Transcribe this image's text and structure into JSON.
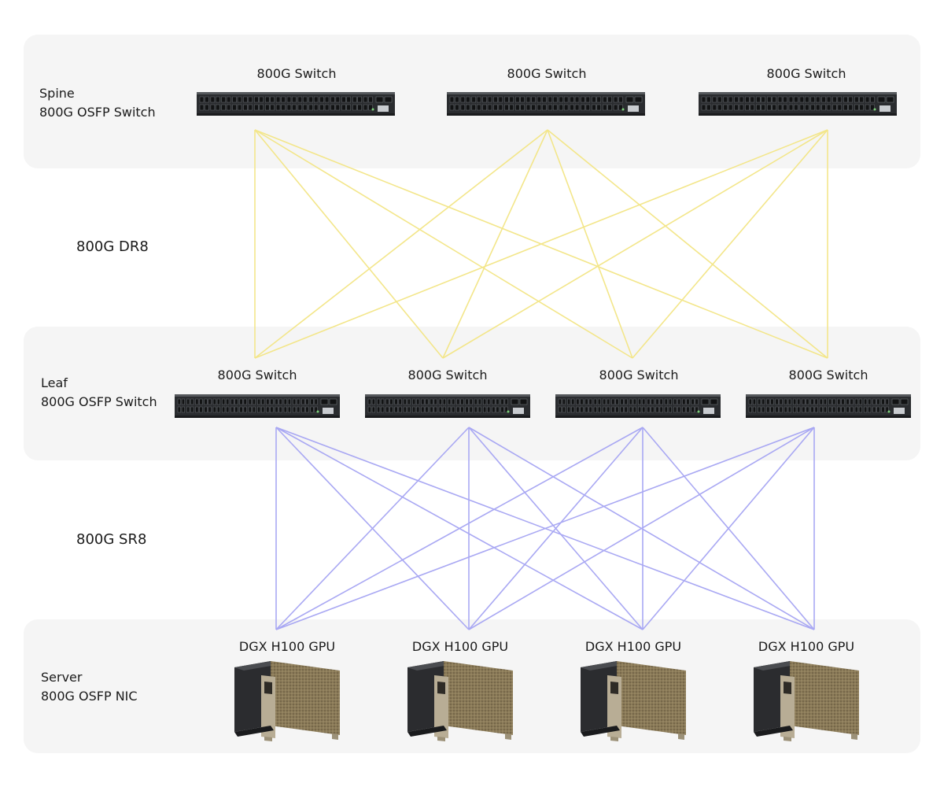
{
  "tiers": {
    "spine": {
      "name": "Spine",
      "subtitle": "800G OSFP Switch"
    },
    "leaf": {
      "name": "Leaf",
      "subtitle": "800G OSFP Switch"
    },
    "server": {
      "name": "Server",
      "subtitle": "800G OSFP NIC"
    }
  },
  "links": {
    "spine_leaf": {
      "label": "800G DR8",
      "color": "#f3e68a"
    },
    "leaf_server": {
      "label": "800G SR8",
      "color": "#a9a8f3"
    }
  },
  "spine_switches": [
    {
      "label": "800G Switch"
    },
    {
      "label": "800G Switch"
    },
    {
      "label": "800G Switch"
    }
  ],
  "leaf_switches": [
    {
      "label": "800G Switch"
    },
    {
      "label": "800G Switch"
    },
    {
      "label": "800G Switch"
    },
    {
      "label": "800G Switch"
    }
  ],
  "servers": [
    {
      "label": "DGX H100 GPU"
    },
    {
      "label": "DGX H100 GPU"
    },
    {
      "label": "DGX H100 GPU"
    },
    {
      "label": "DGX H100 GPU"
    }
  ],
  "icons": {
    "switch": "network-switch-icon",
    "server": "gpu-server-icon"
  }
}
